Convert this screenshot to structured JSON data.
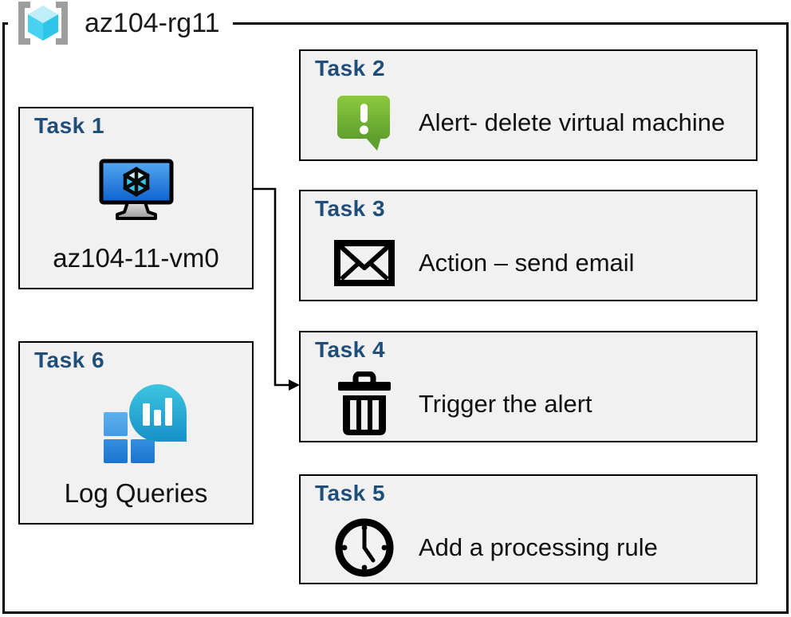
{
  "diagram": {
    "group": {
      "label": "az104-rg11",
      "icon": "resource-group-icon"
    },
    "tasks": [
      {
        "id": "task-1",
        "title": "Task 1",
        "label": "az104-11-vm0",
        "icon": "virtual-machine-icon"
      },
      {
        "id": "task-2",
        "title": "Task 2",
        "label": "Alert- delete virtual machine",
        "icon": "alert-message-icon"
      },
      {
        "id": "task-3",
        "title": "Task 3",
        "label": "Action – send email",
        "icon": "email-icon"
      },
      {
        "id": "task-4",
        "title": "Task 4",
        "label": "Trigger the alert",
        "icon": "trash-icon"
      },
      {
        "id": "task-5",
        "title": "Task 5",
        "label": "Add a processing rule",
        "icon": "clock-icon"
      },
      {
        "id": "task-6",
        "title": "Task 6",
        "label": "Log Queries",
        "icon": "log-queries-icon"
      }
    ],
    "connector": {
      "from": "task-1",
      "to": "task-4"
    },
    "colors": {
      "task_title_blue": "#1f4e79",
      "box_fill": "#f1f1f1",
      "box_border": "#000000",
      "alert_green_top": "#86c440",
      "alert_green_bottom": "#61a22e",
      "vm_screen_blue_top": "#55a9f2",
      "vm_screen_blue_bottom": "#0e61cd",
      "log_teal_top": "#3cc5e0",
      "log_teal_bottom": "#1791c8",
      "log_square_light_blue": "#58aaea",
      "log_square_dark_blue": "#1f7cd4",
      "rg_cube_cyan": "#49d2ef",
      "bracket_gray": "#9e9e9e"
    }
  }
}
